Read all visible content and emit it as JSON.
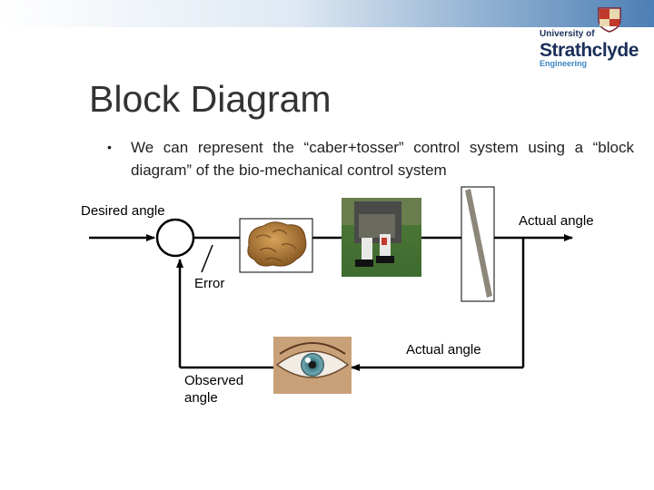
{
  "slide": {
    "title": "Block Diagram",
    "bullet": "We can represent the “caber+tosser” control system using a “block diagram” of the bio-mechanical control system"
  },
  "logo": {
    "line1": "University of",
    "line2": "Strathclyde",
    "line3": "Engineering"
  },
  "diagram": {
    "desired_angle": "Desired angle",
    "actual_angle_output": "Actual angle",
    "error": "Error",
    "actual_angle_feedback": "Actual angle",
    "observed_angle_line1": "Observed",
    "observed_angle_line2": "angle"
  }
}
